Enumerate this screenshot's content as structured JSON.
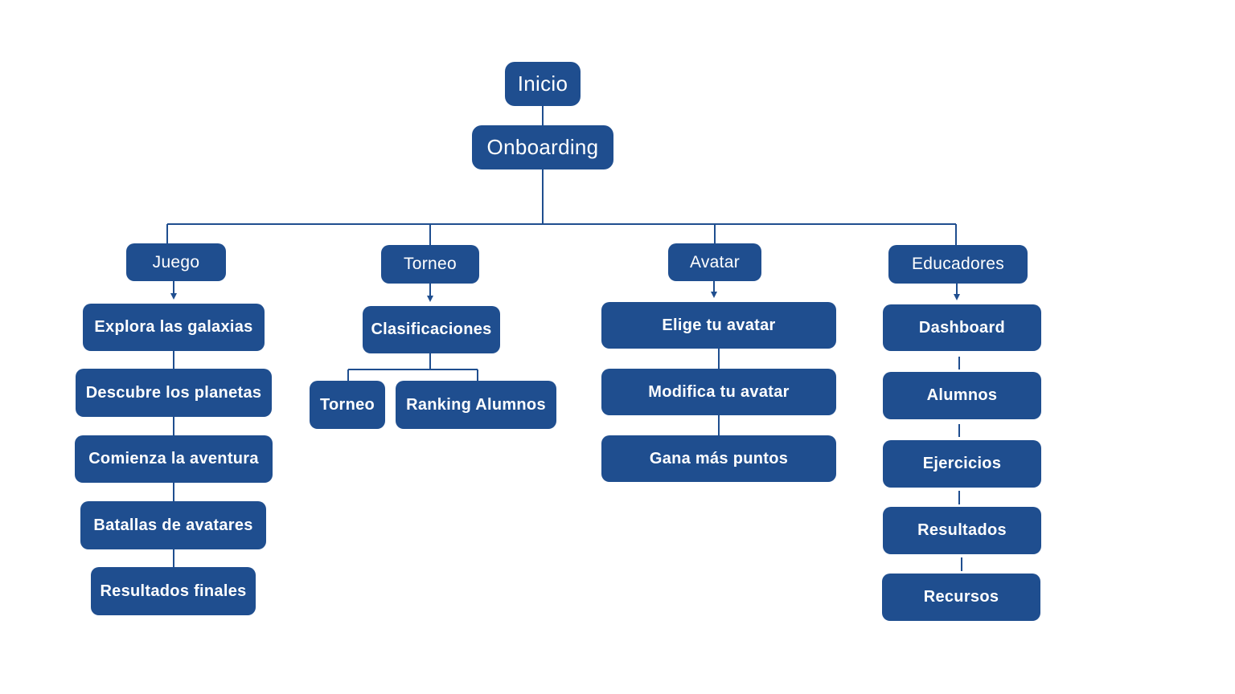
{
  "colors": {
    "node_fill": "#1f4e8f",
    "node_text": "#ffffff",
    "connector": "#1f4e8f",
    "background": "#ffffff"
  },
  "root": {
    "inicio": "Inicio",
    "onboarding": "Onboarding"
  },
  "branches": [
    {
      "label": "Juego",
      "children": [
        "Explora las galaxias",
        "Descubre los planetas",
        "Comienza la aventura",
        "Batallas de avatares",
        "Resultados finales"
      ]
    },
    {
      "label": "Torneo",
      "children": [
        "Clasificaciones"
      ],
      "sub_children": [
        "Torneo",
        "Ranking Alumnos"
      ]
    },
    {
      "label": "Avatar",
      "children": [
        "Elige tu avatar",
        "Modifica tu avatar",
        "Gana más puntos"
      ]
    },
    {
      "label": "Educadores",
      "children": [
        "Dashboard",
        "Alumnos",
        "Ejercicios",
        "Resultados",
        "Recursos"
      ]
    }
  ]
}
